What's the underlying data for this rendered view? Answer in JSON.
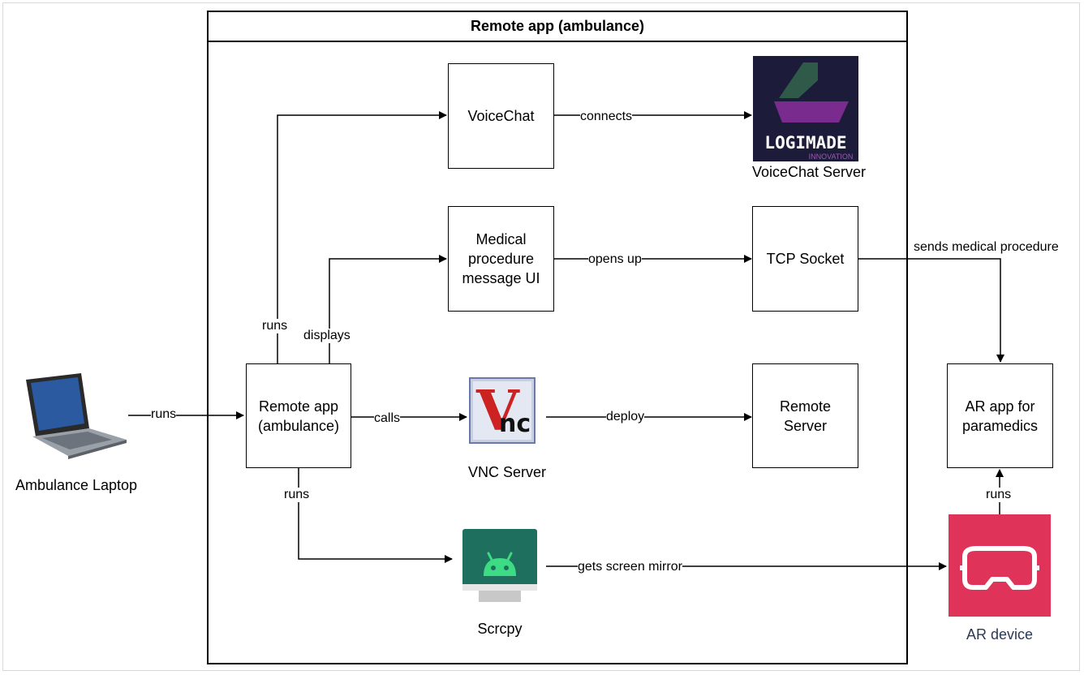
{
  "container": {
    "title": "Remote app (ambulance)"
  },
  "nodes": {
    "voicechat": "VoiceChat",
    "medical_ui": "Medical\nprocedure\nmessage UI",
    "remote_app": "Remote app\n(ambulance)",
    "tcp_socket": "TCP Socket",
    "remote_server": "Remote\nServer",
    "ar_app": "AR app for\nparamedics"
  },
  "captions": {
    "voicechat_server": "VoiceChat Server",
    "vnc_server": "VNC Server",
    "scrcpy": "Scrcpy",
    "ambulance_laptop": "Ambulance Laptop",
    "ar_device": "AR device"
  },
  "logos": {
    "logimade_main": "LOGIMADE",
    "logimade_sub": "INNOVATION",
    "vnc_v": "V",
    "vnc_nc": "nc"
  },
  "edges": {
    "laptop_runs": "runs",
    "runs_voicechat": "runs",
    "displays": "displays",
    "calls": "calls",
    "runs_scrcpy": "runs",
    "connects": "connects",
    "opens_up": "opens up",
    "deploy": "deploy",
    "sends_medical_procedure": "sends medical procedure",
    "screen_mirror": "gets screen mirror",
    "ar_runs": "runs"
  },
  "colors": {
    "logimade_bg": "#1c1c3a",
    "logimade_purple": "#7a2b8e",
    "logimade_green": "#2f5a4a",
    "vnc_red": "#cc2222",
    "android_green": "#3ddc84",
    "android_teal": "#1f6f5f",
    "ar_red": "#e0335a",
    "ar_caption": "#2b3a55"
  }
}
